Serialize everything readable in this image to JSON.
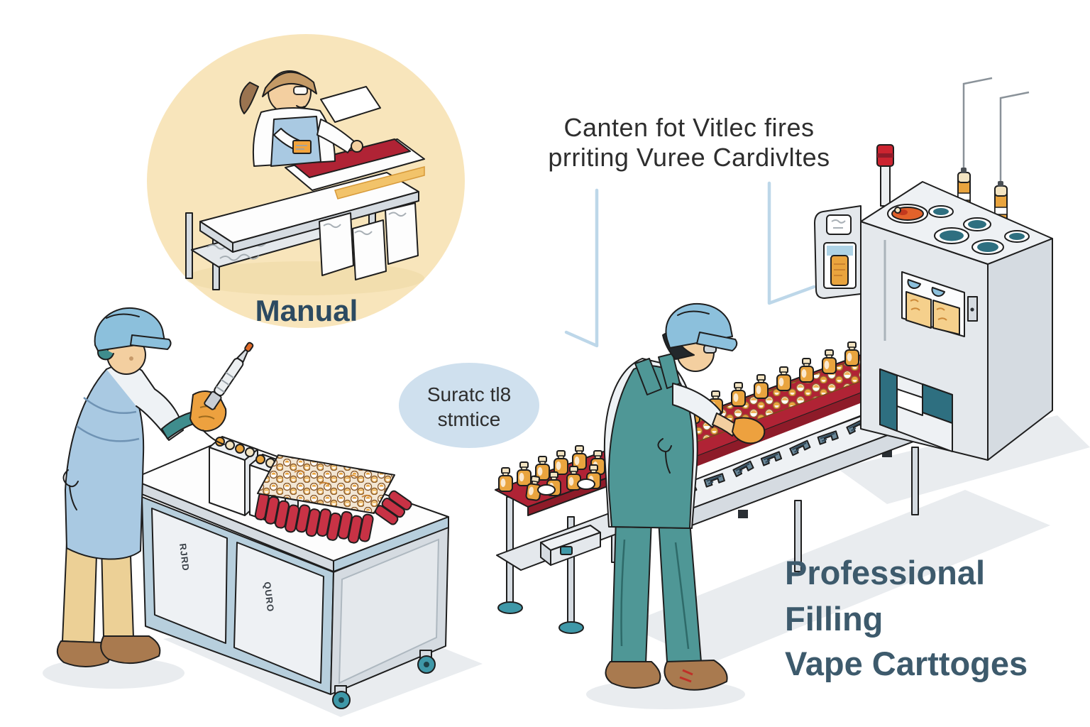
{
  "inset": {
    "label": "Manual"
  },
  "caption": {
    "line1": "Canten fot Vitlec fires",
    "line2": "prriting Vuree Cardivltes"
  },
  "bubble": {
    "line1": "Suratc tl8",
    "line2": "stmtice"
  },
  "heading": {
    "line1": "Professional",
    "line2": "Filling",
    "line3": "Vape Carttoges"
  },
  "left_table": {
    "door_label_left": "RJRD",
    "door_label_right": "QURO"
  },
  "colors": {
    "cream": "#f8e5bb",
    "bubble_blue": "#cfe0ee",
    "callout": "#bdd7e9",
    "red_belt": "#b02335",
    "red_dark": "#8e1b29",
    "red_cartridge": "#c83245",
    "amber": "#e9a43e",
    "amber_light": "#f5d08c",
    "cream_cap": "#f3e4c2",
    "machine_gray": "#e4e8ec",
    "machine_light": "#eef1f4",
    "machine_dark": "#d5dbe1",
    "steel_blue": "#b7cfdd",
    "teal_port": "#2e6f80",
    "teal_cloth": "#4f9796",
    "glove_teal": "#3f8d8d",
    "glove_orange": "#eda13f",
    "cap_blue": "#8cc0dc",
    "apron_blue": "#a9c9e2",
    "shirt": "#eef2f5",
    "skin": "#f3cfa0",
    "pants_khaki": "#ecd096",
    "shoe_brown": "#a97a4f",
    "caster_teal": "#3f98a8",
    "shadow": "#e9ecef",
    "heading_text": "#3d5a6c",
    "manual_text": "#2c4a61",
    "caption_text": "#2e2e2e"
  }
}
